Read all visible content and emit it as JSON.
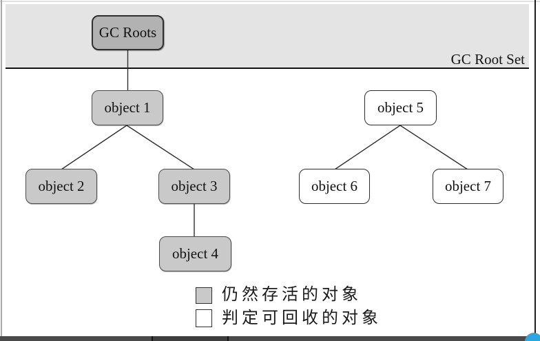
{
  "diagram": {
    "band": {
      "root_set_label": "GC Root Set"
    },
    "nodes": {
      "gc_roots": {
        "label": "GC Roots",
        "status": "root"
      },
      "object1": {
        "label": "object 1",
        "status": "alive"
      },
      "object2": {
        "label": "object 2",
        "status": "alive"
      },
      "object3": {
        "label": "object 3",
        "status": "alive"
      },
      "object4": {
        "label": "object 4",
        "status": "alive"
      },
      "object5": {
        "label": "object 5",
        "status": "collectible"
      },
      "object6": {
        "label": "object 6",
        "status": "collectible"
      },
      "object7": {
        "label": "object 7",
        "status": "collectible"
      }
    },
    "edges": [
      {
        "from": "GC Roots",
        "to": "object 1"
      },
      {
        "from": "object 1",
        "to": "object 2"
      },
      {
        "from": "object 1",
        "to": "object 3"
      },
      {
        "from": "object 3",
        "to": "object 4"
      },
      {
        "from": "object 5",
        "to": "object 6"
      },
      {
        "from": "object 5",
        "to": "object 7"
      }
    ],
    "legend": {
      "items": [
        {
          "label": "仍然存活的对象",
          "swatch_color": "#c9c9c9"
        },
        {
          "label": "判定可回收的对象",
          "swatch_color": "#ffffff"
        }
      ]
    },
    "colors": {
      "band_bg": "#e4e4e4",
      "root_node_fill": "#b2b2b2",
      "alive_node_fill": "#c9c9c9",
      "collectible_node_fill": "#ffffff",
      "handle_blue": "#2aa7e0"
    }
  }
}
